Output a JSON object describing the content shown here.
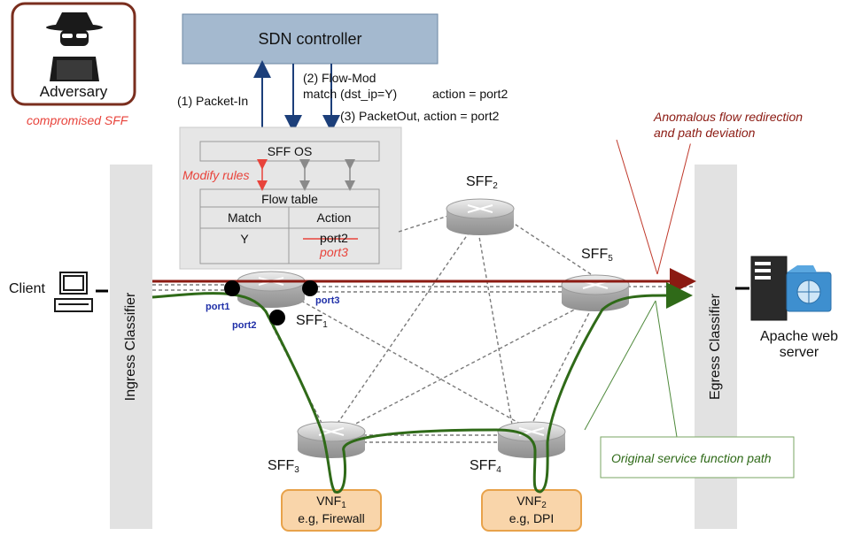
{
  "controller": {
    "label": "SDN controller"
  },
  "adversary": {
    "label": "Adversary",
    "note": "compromised SFF"
  },
  "messages": {
    "packet_in": "(1) Packet-In",
    "flow_mod_line1": "(2) Flow-Mod",
    "flow_mod_line2_match": "match (dst_ip=Y)",
    "flow_mod_line2_action": "action = port2",
    "packet_out": "(3) PacketOut, action = port2"
  },
  "sff_os": {
    "title": "SFF OS",
    "modify_rules": "Modify rules",
    "flow_table": {
      "title": "Flow table",
      "headers": [
        "Match",
        "Action"
      ],
      "row": {
        "match": "Y",
        "action_old": "port2",
        "action_new": "port3"
      }
    }
  },
  "switches": {
    "sff": "SFF",
    "sff1_sub": "1",
    "sff2_sub": "2",
    "sff3_sub": "3",
    "sff4_sub": "4",
    "sff5_sub": "5"
  },
  "ports": {
    "port1": "port1",
    "port2": "port2",
    "port3": "port3"
  },
  "client": {
    "label": "Client"
  },
  "ingress": {
    "label": "Ingress Classifier"
  },
  "egress": {
    "label": "Egress Classifier"
  },
  "server": {
    "line1": "Apache web",
    "line2": "server"
  },
  "vnf1": {
    "name": "VNF",
    "sub": "1",
    "desc": "e.g, Firewall"
  },
  "vnf2": {
    "name": "VNF",
    "sub": "2",
    "desc": "e.g, DPI"
  },
  "annotations": {
    "anomalous_line1": "Anomalous flow redirection",
    "anomalous_line2": "and path deviation",
    "original_path": "Original service function path"
  },
  "colors": {
    "controller_fill": "#a4b9cf",
    "adversary_border": "#7a2e1e",
    "anomalous_path": "#8b1a12",
    "original_path": "#2f6a18",
    "red_text": "#e8433b",
    "port_label": "#1f2fa8",
    "vnf_fill": "#f9d5aa",
    "vnf_border": "#e8a24a",
    "classifier_fill": "#e2e2e2",
    "sff_os_fill": "#e8e8e8"
  }
}
